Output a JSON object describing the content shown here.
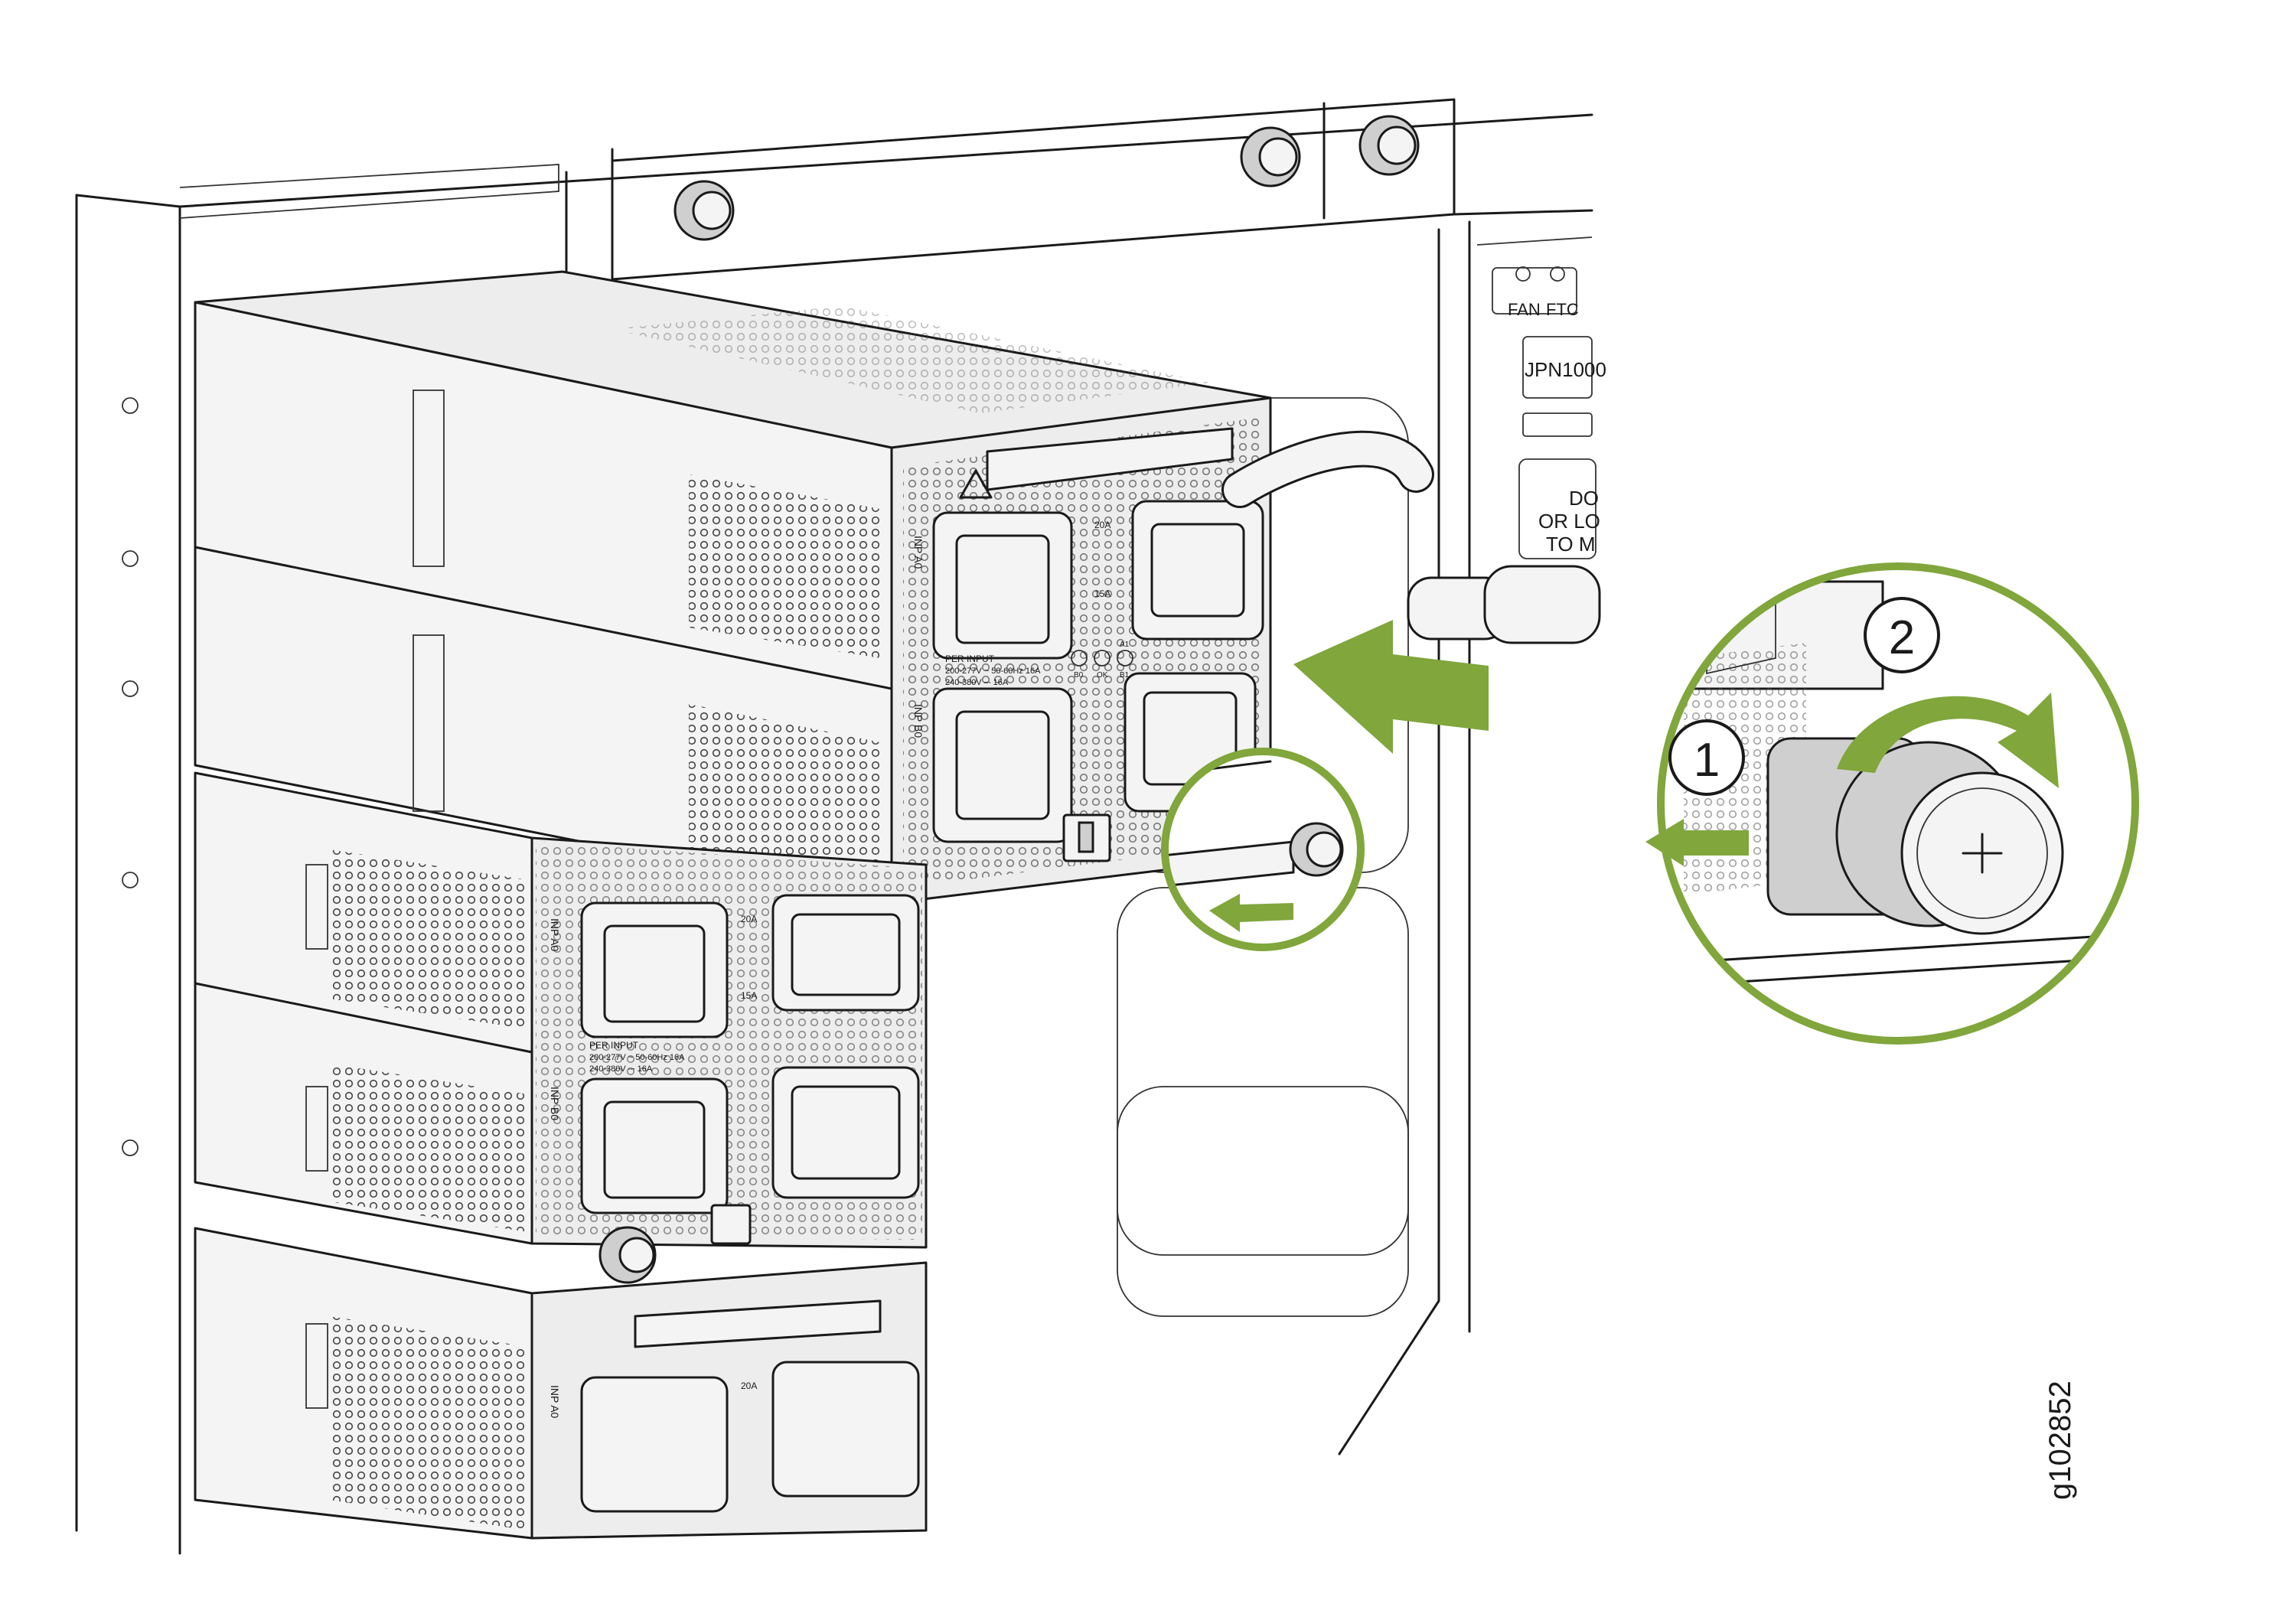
{
  "figure_id": "g102852",
  "callouts": {
    "step_1": "1",
    "step_2": "2"
  },
  "labels": {
    "fan": "FAN",
    "ftc": "FTC",
    "model": "JPN1000",
    "do_text_1": "DO",
    "do_text_2": "OR LO",
    "do_text_3": "TO M",
    "input_a0": "INP A0",
    "input_b0": "INP B0",
    "rating_20a": "20A",
    "rating_15a": "15A",
    "per_input": "PER INPUT",
    "spec_1": "200-277V ~ 50-60Hz 16A",
    "spec_2": "240-380V ⎓ 16A",
    "led_b0": "B0",
    "led_a1": "A1",
    "led_b1": "B1",
    "led_ok": "OK"
  },
  "colors": {
    "accent_green": "#80a63c",
    "line": "#1a1a1a",
    "fill_grey": "#ededed"
  },
  "icons": [
    "captive-screw-icon",
    "hot-surface-warning-icon",
    "power-switch-icon",
    "counterclockwise-arrow-icon",
    "push-arrow-icon"
  ]
}
